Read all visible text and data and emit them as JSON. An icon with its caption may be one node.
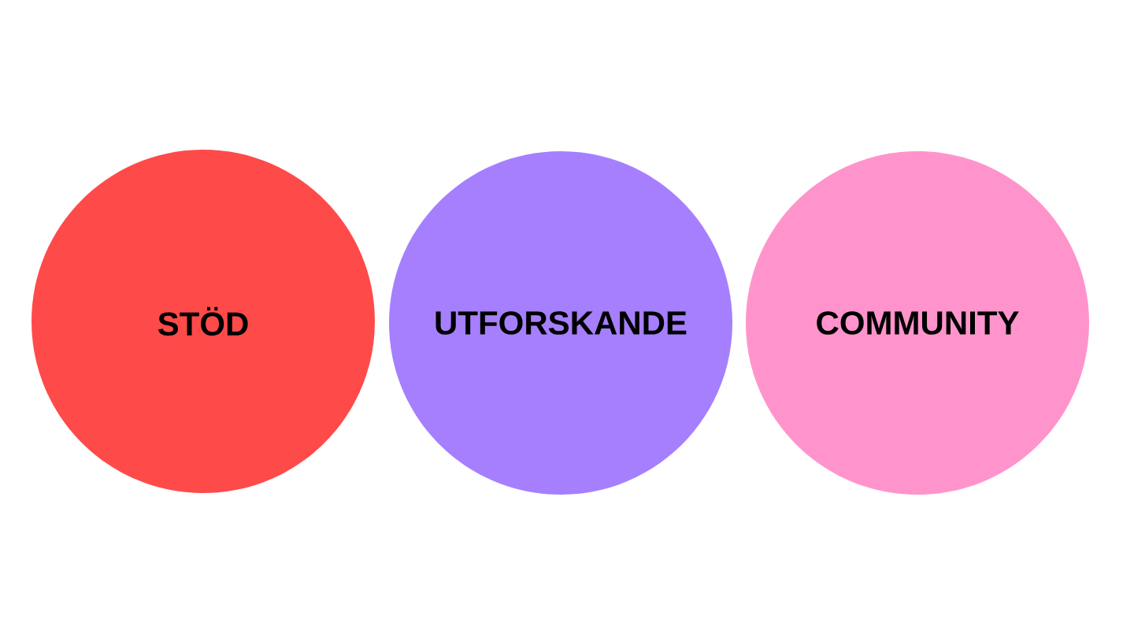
{
  "diagram": {
    "nodes": [
      {
        "text": [
          "STÖD"
        ]
      },
      {
        "text": [
          "UTFORSKANDE"
        ]
      },
      {
        "text": [
          "COMMUNITY"
        ]
      }
    ]
  }
}
